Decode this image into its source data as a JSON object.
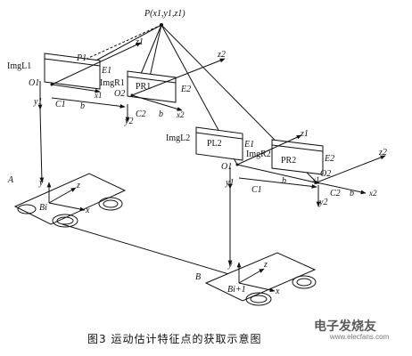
{
  "labels": {
    "point_p": "P(x1,y1,z1)",
    "p1": "P1",
    "img_l1": "ImgL1",
    "e1_top": "E1",
    "o1_top": "O1",
    "x1_top": "x1",
    "y1_top": "y1",
    "c1_top": "C1",
    "b_top1": "b",
    "z1_top": "z1",
    "img_r1": "ImgR1",
    "pr1": "PR1",
    "e2_top": "E2",
    "o2_top": "O2",
    "c2_top": "C2",
    "b_top2": "b",
    "x2_top": "x2",
    "y2_top": "y2",
    "z2_top": "z2",
    "img_l2": "ImgL2",
    "pl2": "PL2",
    "e1_mid": "E1",
    "img_r2": "ImgR2",
    "pr2": "PR2",
    "z1_mid": "z1",
    "e2_mid": "E2",
    "o1_mid": "O1",
    "x1_mid": "x1",
    "o2_mid": "O2",
    "z2_mid": "z2",
    "y1_mid": "y1",
    "c1_mid": "C1",
    "b_mid1": "b",
    "c2_mid": "C2",
    "b_mid2": "b",
    "x2_mid": "x2",
    "y2_mid": "y2",
    "a": "A",
    "y_a": "y",
    "z_a": "z",
    "bi": "Bi",
    "x_a": "x",
    "b": "B",
    "y_b": "y",
    "z_b": "z",
    "bi1": "Bi+1",
    "x_b": "x"
  },
  "caption": "图3   运动估计特征点的获取示意图",
  "watermark": {
    "logo_text": "电子发烧友",
    "url": "www.elecfans.com"
  }
}
